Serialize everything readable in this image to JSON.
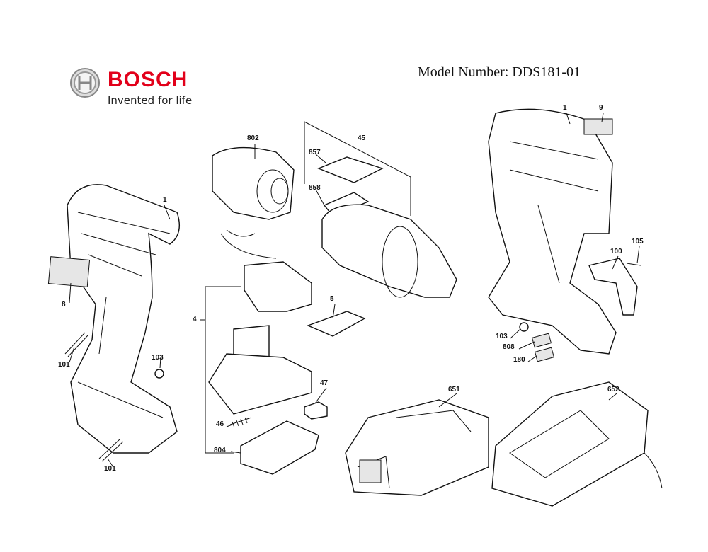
{
  "header": {
    "brand": "BOSCH",
    "tagline": "Invented for life",
    "model": "Model Number: DDS181-01"
  },
  "parts": {
    "p802": "802",
    "p45": "45",
    "p857": "857",
    "p858": "858",
    "p1_left": "1",
    "p1_right": "1",
    "p9": "9",
    "p105": "105",
    "p100": "100",
    "p8": "8",
    "p4": "4",
    "p5": "5",
    "p103_left": "103",
    "p103_right": "103",
    "p808": "808",
    "p180": "180",
    "p101_top": "101",
    "p101_bottom": "101",
    "p47": "47",
    "p651": "651",
    "p652": "652",
    "p46": "46",
    "p804": "804"
  },
  "colors": {
    "brand": "#e2001a"
  }
}
